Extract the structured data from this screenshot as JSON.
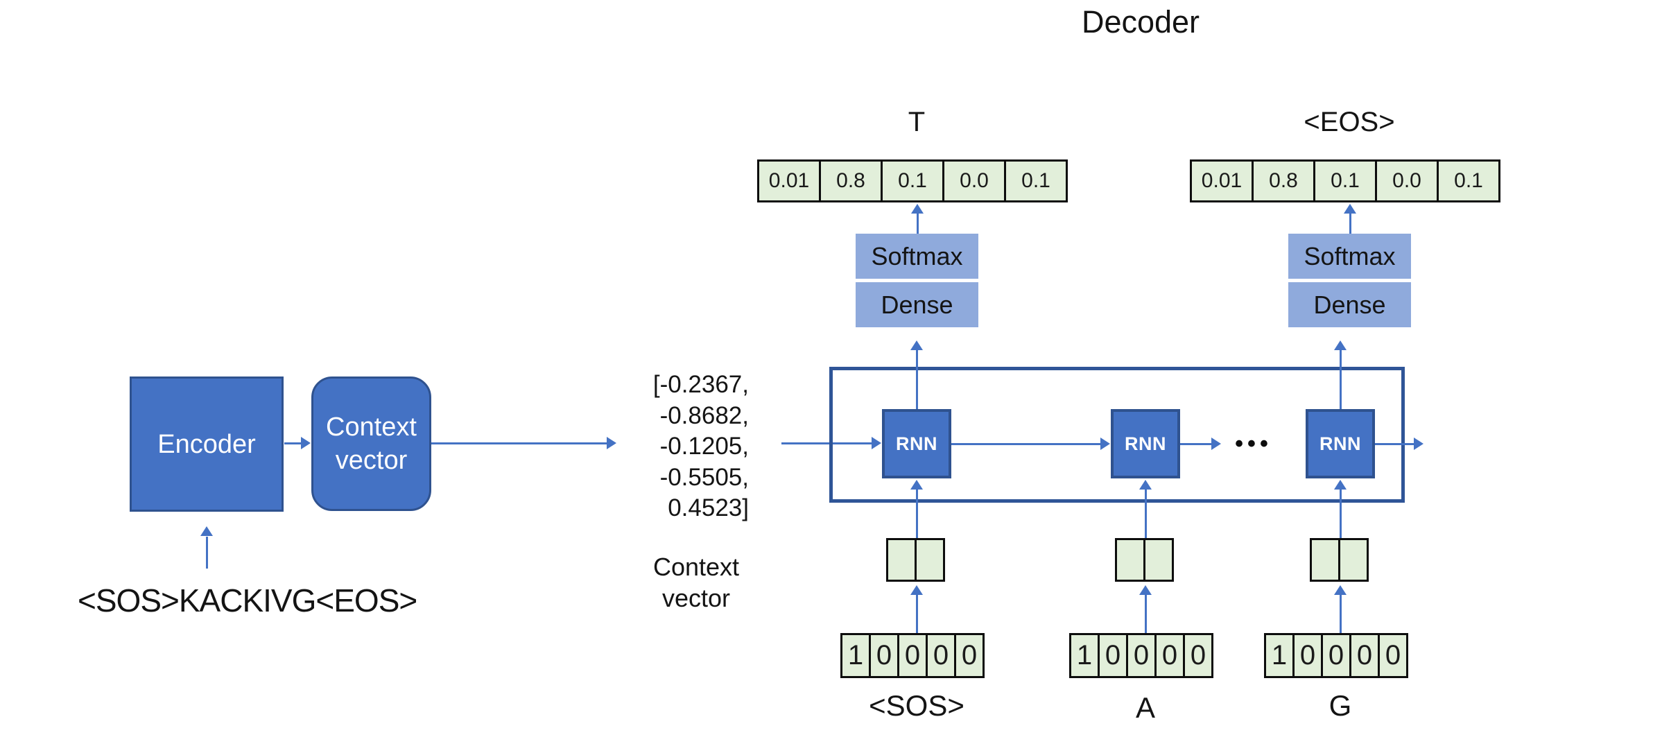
{
  "title": "Decoder",
  "encoder": {
    "label": "Encoder",
    "input_text": "<SOS>KACKIVG<EOS>"
  },
  "context": {
    "box_label": "Context\nvector",
    "values": [
      "[-0.2367,",
      "-0.8682,",
      "-0.1205,",
      "-0.5505,",
      "0.4523]"
    ],
    "caption": [
      "Context",
      "vector"
    ]
  },
  "decoder": {
    "rnn_label": "RNN",
    "ellipsis": "•••",
    "columns": [
      {
        "output_label": "T",
        "probs": [
          "0.01",
          "0.8",
          "0.1",
          "0.0",
          "0.1"
        ],
        "softmax_label": "Softmax",
        "dense_label": "Dense",
        "onehot": [
          "1",
          "0",
          "0",
          "0",
          "0"
        ],
        "input_label": "<SOS>"
      },
      {
        "onehot": [
          "1",
          "0",
          "0",
          "0",
          "0"
        ],
        "input_label": "A"
      },
      {
        "output_label": "<EOS>",
        "probs": [
          "0.01",
          "0.8",
          "0.1",
          "0.0",
          "0.1"
        ],
        "softmax_label": "Softmax",
        "dense_label": "Dense",
        "onehot": [
          "1",
          "0",
          "0",
          "0",
          "0"
        ],
        "input_label": "G"
      }
    ]
  },
  "colors": {
    "box_blue": "#4472c4",
    "box_border": "#2f528f",
    "frame_border": "#2f5597",
    "light_blue": "#8faadc",
    "light_green": "#e2efda",
    "arrow_blue": "#4472c4"
  }
}
